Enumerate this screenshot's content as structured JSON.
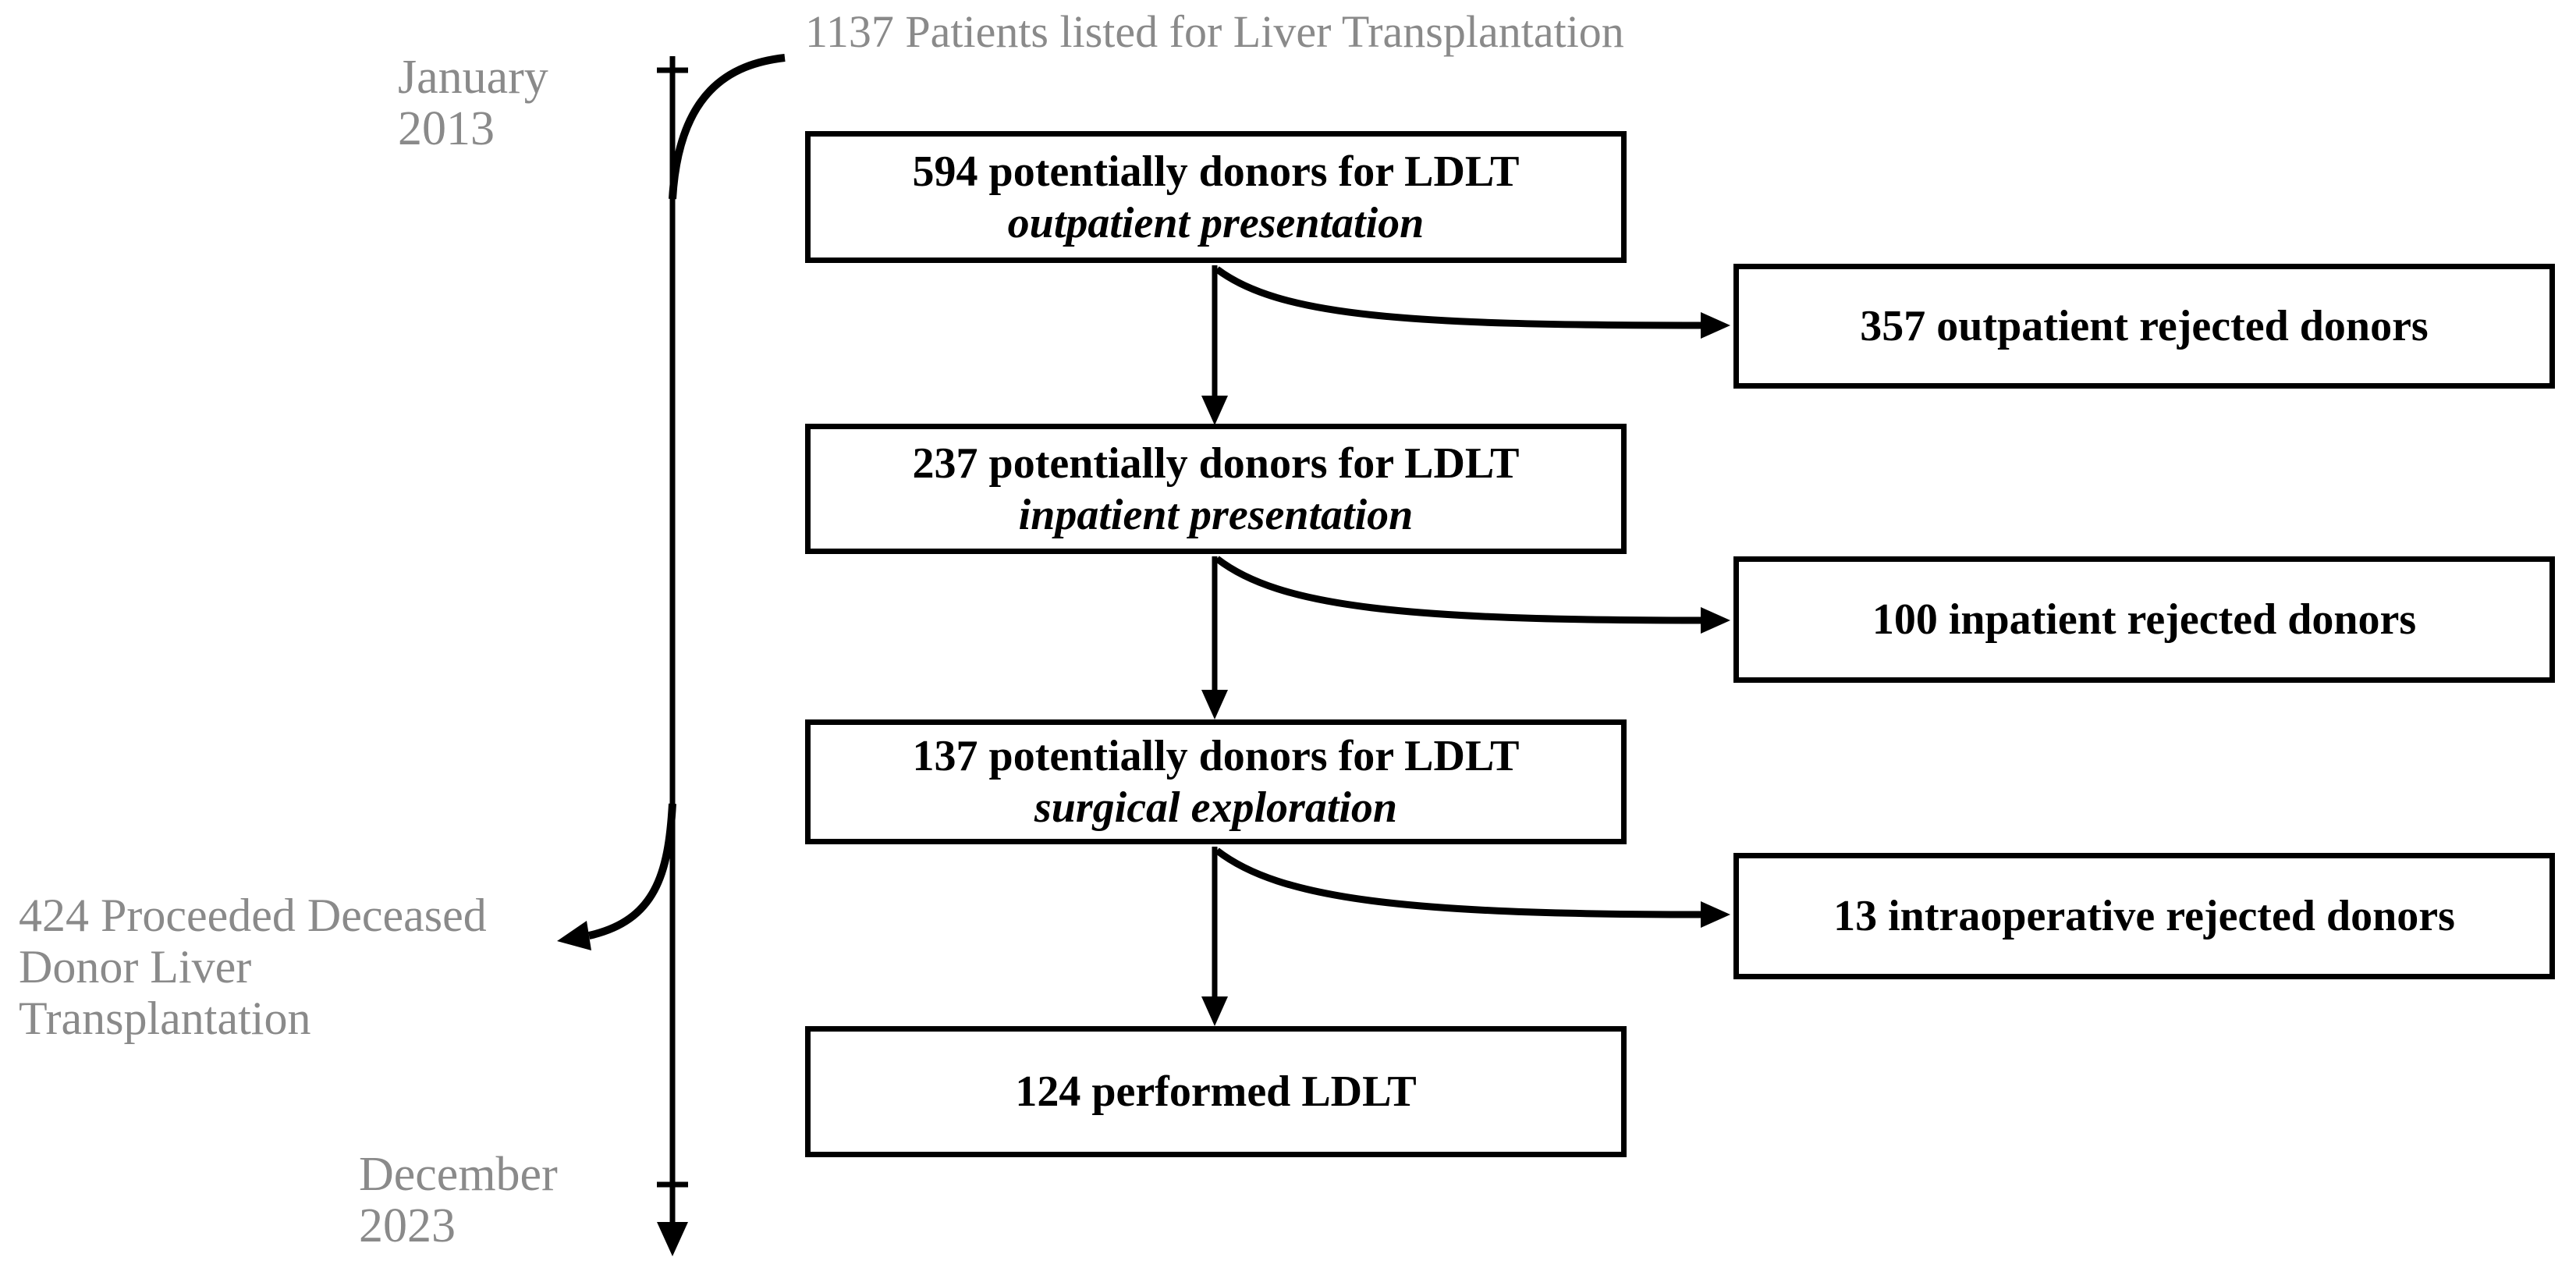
{
  "title": "1137 Patients listed for Liver Transplantation",
  "timeline": {
    "start_label": "January 2013",
    "end_label": "December 2023",
    "branch_label": "424 Proceeded Deceased Donor Liver Transplantation"
  },
  "boxes": {
    "outpatient": {
      "line1": "594 potentially donors for LDLT",
      "line2": "outpatient presentation"
    },
    "outpatient_rejected": {
      "label": "357 outpatient rejected donors"
    },
    "inpatient": {
      "line1": "237 potentially donors for LDLT",
      "line2": "inpatient presentation"
    },
    "inpatient_rejected": {
      "label": "100 inpatient rejected donors"
    },
    "surgical": {
      "line1": "137 potentially donors for LDLT",
      "line2": "surgical exploration"
    },
    "intraoperative_rejected": {
      "label": "13 intraoperative rejected donors"
    },
    "performed": {
      "label": "124 performed LDLT"
    }
  },
  "colors": {
    "ink": "#000000",
    "muted": "#8a8a8a",
    "background": "#ffffff"
  }
}
